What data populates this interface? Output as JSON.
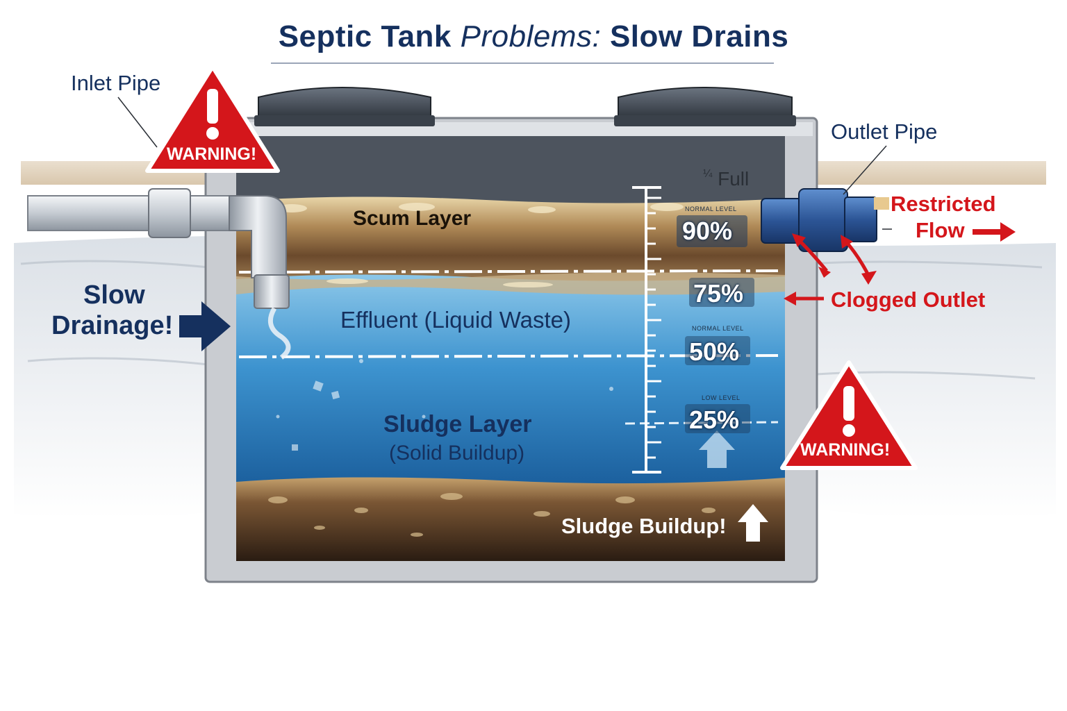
{
  "title": {
    "part1": "Septic Tank",
    "part2": "Problems:",
    "part3": "Slow Drains"
  },
  "labels": {
    "inlet_pipe": "Inlet Pipe",
    "outlet_pipe": "Outlet Pipe",
    "warning": "WARNING!",
    "slow_drainage_line1": "Slow",
    "slow_drainage_line2": "Drainage!",
    "scum_layer": "Scum Layer",
    "effluent": "Effluent (Liquid Waste)",
    "sludge_layer": "Sludge Layer",
    "sludge_sub": "(Solid Buildup)",
    "sludge_buildup": "Sludge Buildup!",
    "restricted_line1": "Restricted",
    "restricted_line2": "Flow",
    "clogged_outlet": "Clogged Outlet",
    "full_mark": "Full",
    "normal_level_a": "NORMAL LEVEL",
    "normal_level_b": "NORMAL LEVEL",
    "low_level": "LOW LEVEL"
  },
  "levels": [
    {
      "label": "90%",
      "value": 90
    },
    {
      "label": "75%",
      "value": 75
    },
    {
      "label": "50%",
      "value": 50
    },
    {
      "label": "25%",
      "value": 25
    }
  ],
  "colors": {
    "navy": "#15305e",
    "warning_red": "#d4161b",
    "water_top": "#6fb6e0",
    "water_bottom": "#1f6aa8",
    "concrete": "#c9ccd1",
    "sludge": "#4a3523",
    "scum": "#b89868"
  },
  "icons": [
    "warning-triangle-icon",
    "arrow-right-icon",
    "arrow-up-icon",
    "curved-arrow-icon"
  ]
}
